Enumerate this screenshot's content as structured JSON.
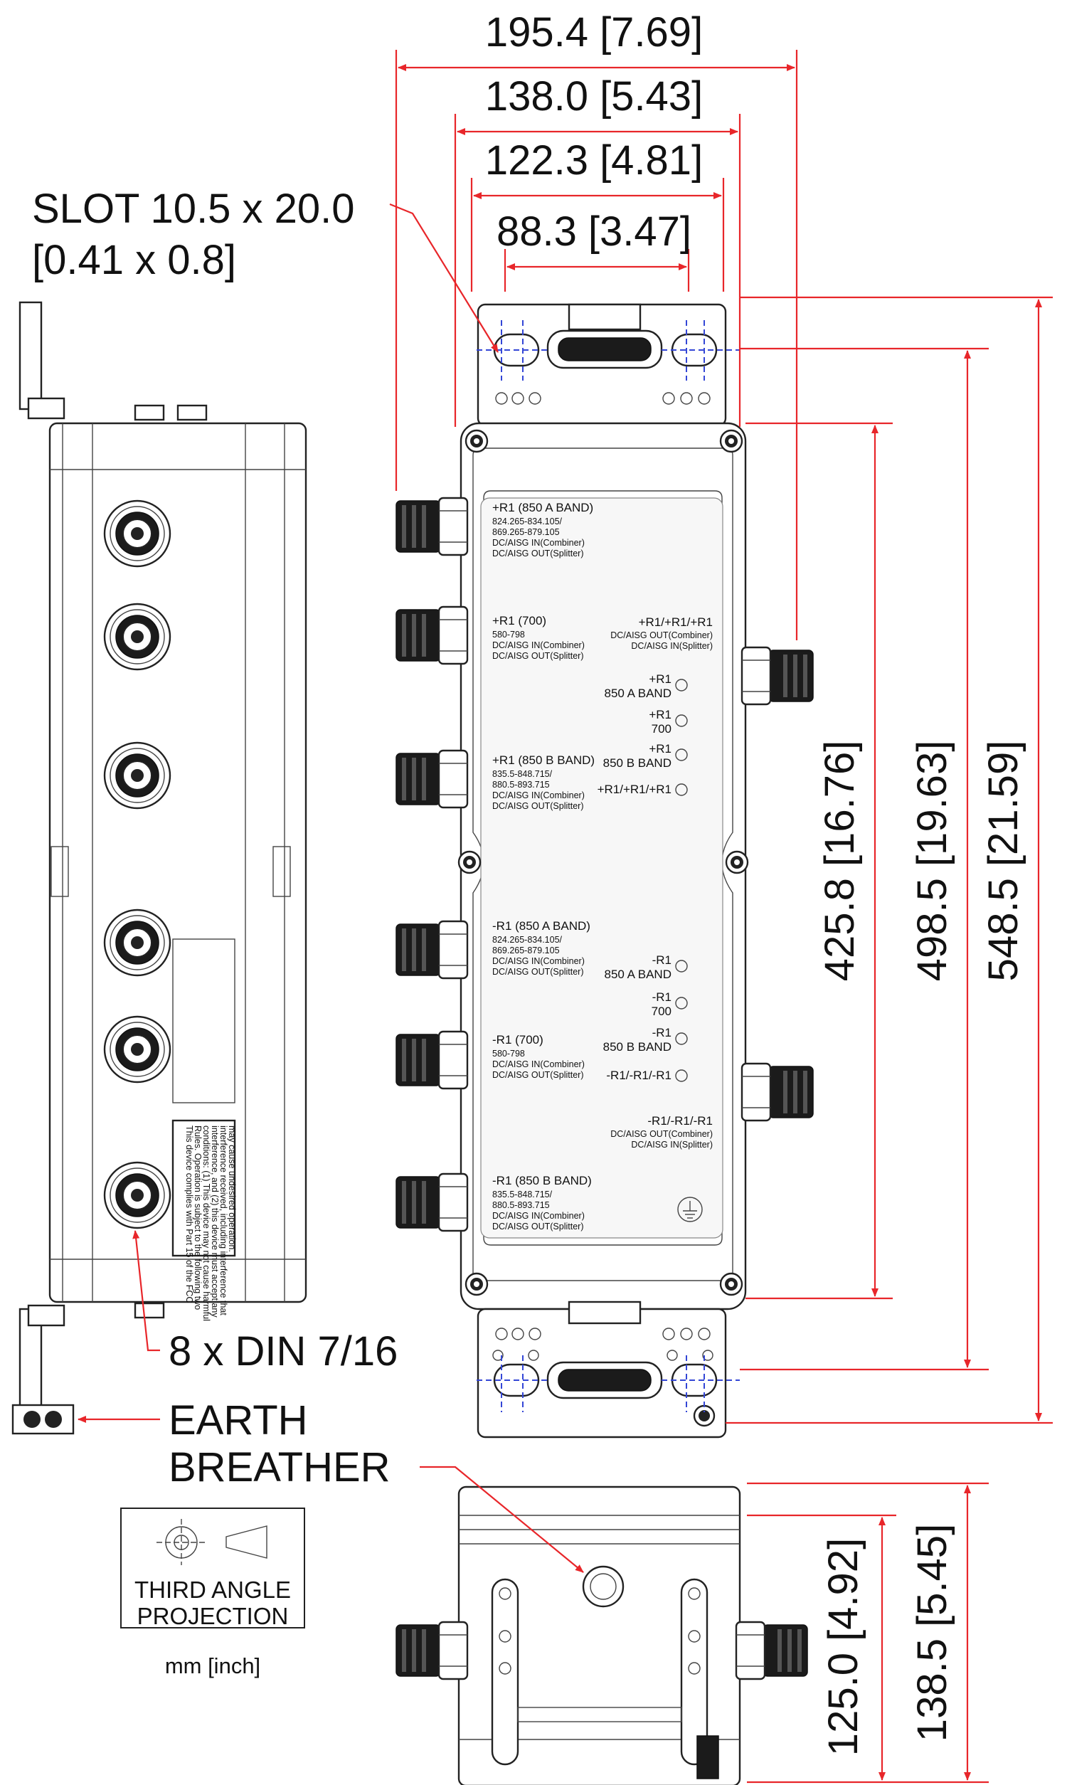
{
  "dimensions": {
    "top_overall": "195.4 [7.69]",
    "top_body": "138.0 [5.43]",
    "top_bracket": "122.3 [4.81]",
    "top_slots": "88.3 [3.47]",
    "height_body": "425.8 [16.76]",
    "height_slots": "498.5 [19.63]",
    "height_overall": "548.5 [21.59]",
    "depth_body": "125.0 [4.92]",
    "depth_overall": "138.5 [5.45]"
  },
  "callouts": {
    "slot_line1": "SLOT 10.5 x 20.0",
    "slot_line2": "[0.41 x 0.8]",
    "connectors": "8 x DIN 7/16",
    "earth": "EARTH",
    "breather": "BREATHER"
  },
  "projection": {
    "line1": "THIRD ANGLE",
    "line2": "PROJECTION",
    "units": "mm [inch]"
  },
  "ports_left": [
    {
      "title": "+R1 (850 A BAND)",
      "lines": [
        "824.265-834.105/",
        "869.265-879.105",
        "DC/AISG IN(Combiner)",
        "DC/AISG OUT(Splitter)"
      ]
    },
    {
      "title": "+R1 (700)",
      "lines": [
        "580-798",
        "DC/AISG IN(Combiner)",
        "DC/AISG OUT(Splitter)"
      ]
    },
    {
      "title": "+R1 (850 B BAND)",
      "lines": [
        "835.5-848.715/",
        "880.5-893.715",
        "DC/AISG IN(Combiner)",
        "DC/AISG OUT(Splitter)"
      ]
    },
    {
      "title": "-R1 (850 A BAND)",
      "lines": [
        "824.265-834.105/",
        "869.265-879.105",
        "DC/AISG IN(Combiner)",
        "DC/AISG OUT(Splitter)"
      ]
    },
    {
      "title": "-R1 (700)",
      "lines": [
        "580-798",
        "DC/AISG IN(Combiner)",
        "DC/AISG OUT(Splitter)"
      ]
    },
    {
      "title": "-R1 (850 B BAND)",
      "lines": [
        "835.5-848.715/",
        "880.5-893.715",
        "DC/AISG IN(Combiner)",
        "DC/AISG OUT(Splitter)"
      ]
    }
  ],
  "ports_right": [
    {
      "title": "+R1/+R1/+R1",
      "lines": [
        "DC/AISG OUT(Combiner)",
        "DC/AISG IN(Splitter)"
      ]
    },
    {
      "title": "-R1/-R1/-R1",
      "lines": [
        "DC/AISG OUT(Combiner)",
        "DC/AISG IN(Splitter)"
      ]
    }
  ],
  "leds": [
    {
      "line1": "+R1",
      "line2": "850 A BAND"
    },
    {
      "line1": "+R1",
      "line2": "700"
    },
    {
      "line1": "+R1",
      "line2": "850 B BAND"
    },
    {
      "line1": "",
      "line2": "+R1/+R1/+R1"
    },
    {
      "line1": "-R1",
      "line2": "850 A BAND"
    },
    {
      "line1": "-R1",
      "line2": "700"
    },
    {
      "line1": "-R1",
      "line2": "850 B BAND"
    },
    {
      "line1": "",
      "line2": "-R1/-R1/-R1"
    }
  ],
  "side_label": [
    "This device complies with Part 15 of the FCC",
    "Rules. Operation is subject to the following two",
    "conditions: (1) This device may not cause harmful",
    "interference, and (2) this device must accept any",
    "interference received, including interference that",
    "may cause undesired operation."
  ],
  "colors": {
    "dimension": "#e8262a",
    "centerline": "#3346d6",
    "outline": "#222222"
  }
}
